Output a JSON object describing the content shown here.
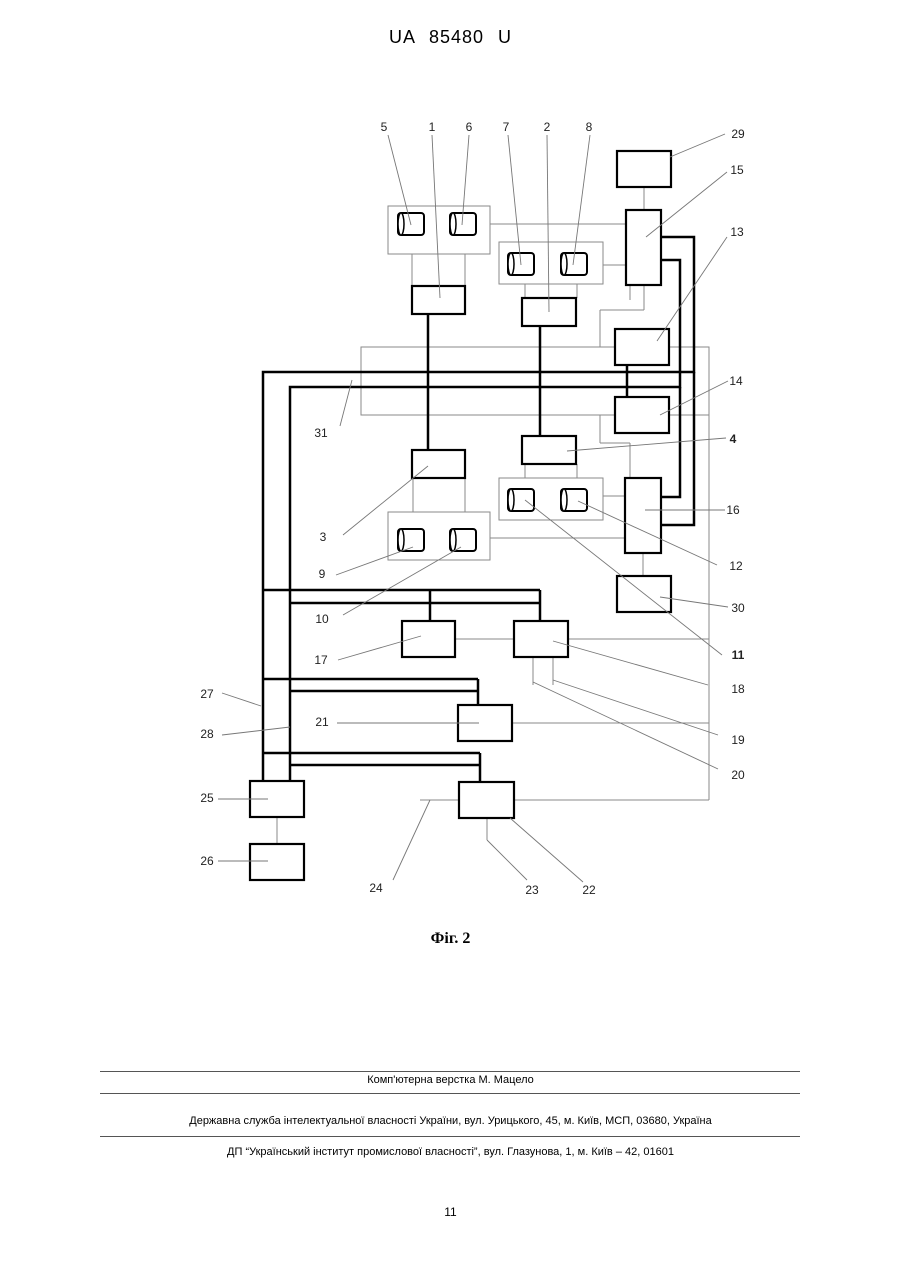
{
  "header": {
    "patent_number": "UA   85480   U"
  },
  "figure": {
    "caption": "Фіг. 2",
    "labels": {
      "l1": "1",
      "l2": "2",
      "l3": "3",
      "l4": "4",
      "l5": "5",
      "l6": "6",
      "l7": "7",
      "l8": "8",
      "l9": "9",
      "l10": "10",
      "l11": "11",
      "l12": "12",
      "l13": "13",
      "l14": "14",
      "l15": "15",
      "l16": "16",
      "l17": "17",
      "l18": "18",
      "l19": "19",
      "l20": "20",
      "l21": "21",
      "l22": "22",
      "l23": "23",
      "l24": "24",
      "l25": "25",
      "l26": "26",
      "l27": "27",
      "l28": "28",
      "l29": "29",
      "l30": "30",
      "l31": "31"
    }
  },
  "footer": {
    "layout_credit": "Комп'ютерна верстка М. Мацело",
    "agency": "Державна служба інтелектуальної власності України, вул. Урицького, 45, м. Київ, МСП, 03680, Україна",
    "institute": "ДП “Український інститут промислової власності”, вул. Глазунова, 1, м. Київ – 42, 01601"
  },
  "page_number": "11"
}
